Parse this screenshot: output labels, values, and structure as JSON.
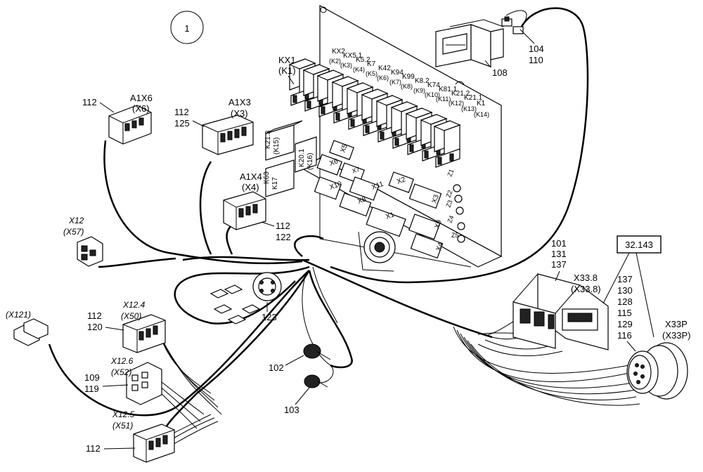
{
  "diagram": {
    "figure_number": "1",
    "reference_box": "32.143",
    "callouts": {
      "c112_a1x6": "112",
      "a1x6": "A1X6",
      "a1x6_alt": "(X6)",
      "c112_a1x3": "112",
      "c125": "125",
      "a1x3": "A1X3",
      "a1x3_alt": "(X3)",
      "a1x4": "A1X4",
      "a1x4_alt": "(X4)",
      "c112_a1x4": "112",
      "c122": "122",
      "x12": "X12",
      "x12_alt": "(X57)",
      "x121": "(X121)",
      "x12_4": "X12.4",
      "x12_4_alt": "(X50)",
      "c112_x12_4": "112",
      "c120": "120",
      "x12_6": "X12.6",
      "x12_6_alt": "(X52)",
      "c109": "109",
      "c119": "119",
      "x12_5": "X12.5",
      "x12_5_alt": "(X51)",
      "c112_x12_5": "112",
      "c123": "123",
      "c102": "102",
      "c103": "103",
      "c108": "108",
      "c104": "104",
      "c110": "110",
      "kx1": "KX1",
      "kx1_alt": "(K1)",
      "c101": "101",
      "c131": "131",
      "c137_top": "137",
      "x33_8": "X33.8",
      "x33_8_alt": "(X33.8)",
      "c137": "137",
      "c130": "130",
      "c128": "128",
      "c115": "115",
      "c129": "129",
      "c116": "116",
      "x33p": "X33P",
      "x33p_alt": "(X33P)"
    },
    "relay_labels_top": [
      "KX2",
      "KX5.1",
      "K5.2",
      "K7",
      "K42",
      "K94",
      "K99",
      "K8.2",
      "K74",
      "K81.1",
      "K21.2",
      "K21.1",
      "K1"
    ],
    "relay_labels_bottom": [
      "(K2)",
      "(K3)",
      "(K4)",
      "(K5)",
      "(K6)",
      "(K7)",
      "(K8)",
      "(K9)",
      "(K10)",
      "(K11)",
      "(K12)",
      "(K13)",
      "(K14)"
    ],
    "board_labels": {
      "k21_3": "K21.3",
      "k15": "(K15)",
      "k20_1": "K20.1",
      "k16": "(K16)",
      "k63": "K63",
      "k17": "K17",
      "x5": "X5",
      "x6": "X6",
      "x7": "X7",
      "x10": "X10",
      "x8": "X8",
      "x11": "X11",
      "x2": "X2",
      "x3": "X3",
      "x1": "X1",
      "x9": "X9",
      "x4": "X4",
      "z1": "Z1",
      "z2": "Z2",
      "z3": "Z3",
      "z4": "Z4",
      "z5": "Z5"
    }
  }
}
